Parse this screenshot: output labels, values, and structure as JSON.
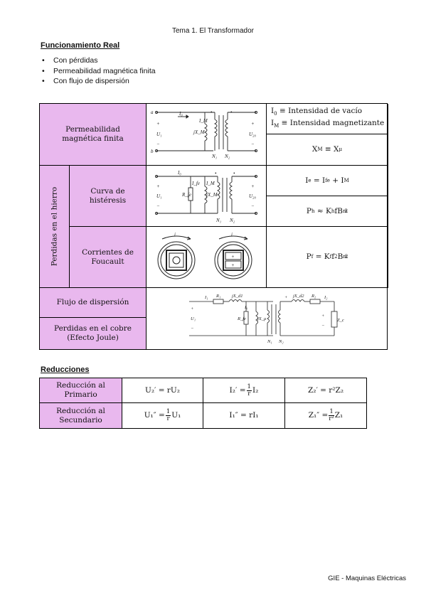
{
  "header": {
    "title": "Tema 1. El Transformador"
  },
  "real": {
    "heading": "Funcionamiento Real",
    "bullets": [
      "Con pérdidas",
      "Permeabilidad magnética finita",
      "Con flujo de dispersión"
    ]
  },
  "table": {
    "perm_label": "Permeabilidad magnética finita",
    "perm_f1a": "I",
    "perm_f1b": "0",
    "perm_f1c": "≡ Intensidad de vacío",
    "perm_f2a": "I",
    "perm_f2b": "M",
    "perm_f2c": "≡ Intensidad magnetizante",
    "perm_f3": "X",
    "perm_f3sub": "M",
    "perm_f3b": "≡ X",
    "perm_f3sub2": "μ",
    "hierro_label": "Perdidas en el hierro",
    "histeresis_label": "Curva de histéresis",
    "hist_f1": "I",
    "hist_f1s": "e",
    "hist_f1b": "= I",
    "hist_f1s2": "fe",
    "hist_f1c": "+ I",
    "hist_f1s3": "M",
    "hist_f2a": "P",
    "hist_f2as": "h",
    "hist_f2b": "≈ K",
    "hist_f2bs": "h",
    "hist_f2c": "fB",
    "hist_f2cs": "m",
    "hist_f2cp": "2",
    "foucault_label": "Corrientes de Foucault",
    "fou_fa": "P",
    "fou_fas": "f",
    "fou_fb": "= K",
    "fou_fbs": "f",
    "fou_fc": "f",
    "fou_fcp": "2",
    "fou_fd": "B",
    "fou_fds": "m",
    "fou_fdp": "2",
    "dispersion_label": "Flujo de dispersión",
    "cobre_label": "Perdidas en el cobre (Efecto Joule)"
  },
  "reducciones": {
    "heading": "Reducciones",
    "primario_label": "Reducción al Primario",
    "secundario_label": "Reducción al Secundario",
    "p_u": "U₂′ = rU₂",
    "p_i_a": "I₂′ =",
    "p_i_num": "1",
    "p_i_den": "r",
    "p_i_b": "I₂",
    "p_z": "Z₂′ = r²Z₂",
    "s_u_a": "U₁″ =",
    "s_u_num": "1",
    "s_u_den": "r",
    "s_u_b": "U₁",
    "s_i": "I₁″ = rI₁",
    "s_z_a": "Z₁″ =",
    "s_z_num": "1",
    "s_z_den": "r²",
    "s_z_b": "Z₁"
  },
  "footer": {
    "text": "GIE - Maquinas Eléctricas"
  }
}
